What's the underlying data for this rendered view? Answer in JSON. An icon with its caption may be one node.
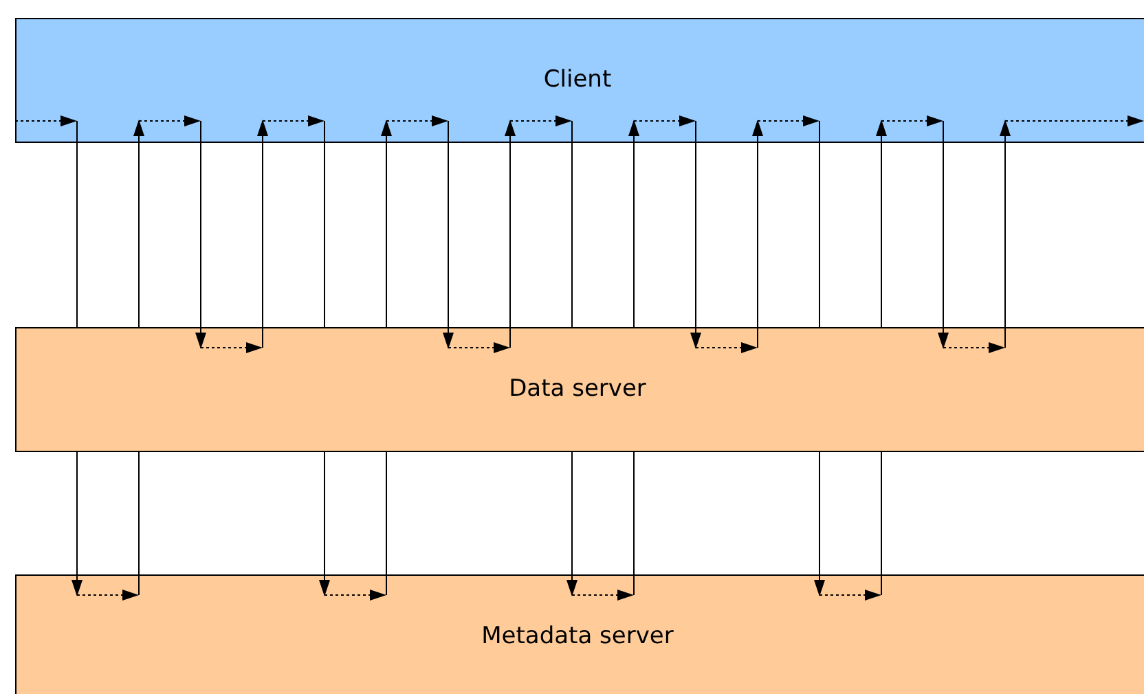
{
  "diagram": {
    "nodes": [
      {
        "text": [
          "Client"
        ]
      },
      {
        "text": [
          "Data server"
        ]
      },
      {
        "text": [
          "Metadata server"
        ]
      }
    ],
    "edges": [
      {
        "from": 0,
        "to": 0,
        "arrow": "to",
        "style": "dashed"
      },
      {
        "from": 0,
        "to": 1,
        "arrow": "none"
      },
      {
        "from": 1,
        "to": 2,
        "arrow": "to"
      },
      {
        "from": 2,
        "to": 2,
        "arrow": "to",
        "style": "dashed"
      },
      {
        "from": 2,
        "to": 1,
        "arrow": "none"
      },
      {
        "from": 1,
        "to": 0,
        "arrow": "to"
      },
      {
        "from": 0,
        "to": 0,
        "arrow": "to",
        "style": "dashed"
      },
      {
        "from": 0,
        "to": 1,
        "arrow": "to"
      },
      {
        "from": 1,
        "to": 1,
        "arrow": "to",
        "style": "dashed"
      },
      {
        "from": 1,
        "to": 0,
        "arrow": "to"
      },
      {
        "from": 0,
        "to": 0,
        "arrow": "to",
        "style": "dashed"
      },
      {
        "from": 0,
        "to": 1,
        "arrow": "none"
      },
      {
        "from": 1,
        "to": 2,
        "arrow": "to"
      },
      {
        "from": 2,
        "to": 2,
        "arrow": "to",
        "style": "dashed"
      },
      {
        "from": 2,
        "to": 1,
        "arrow": "none"
      },
      {
        "from": 1,
        "to": 0,
        "arrow": "to"
      },
      {
        "from": 0,
        "to": 0,
        "arrow": "to",
        "style": "dashed"
      },
      {
        "from": 0,
        "to": 1,
        "arrow": "to"
      },
      {
        "from": 1,
        "to": 1,
        "arrow": "to",
        "style": "dashed"
      },
      {
        "from": 1,
        "to": 0,
        "arrow": "to"
      },
      {
        "from": 0,
        "to": 0,
        "arrow": "to",
        "style": "dashed"
      },
      {
        "from": 0,
        "to": 1,
        "arrow": "none"
      },
      {
        "from": 1,
        "to": 2,
        "arrow": "to"
      },
      {
        "from": 2,
        "to": 2,
        "arrow": "to",
        "style": "dashed"
      },
      {
        "from": 2,
        "to": 1,
        "arrow": "none"
      },
      {
        "from": 1,
        "to": 0,
        "arrow": "to"
      },
      {
        "from": 0,
        "to": 0,
        "arrow": "to",
        "style": "dashed"
      },
      {
        "from": 0,
        "to": 1,
        "arrow": "to"
      },
      {
        "from": 1,
        "to": 1,
        "arrow": "to",
        "style": "dashed"
      },
      {
        "from": 1,
        "to": 0,
        "arrow": "to"
      },
      {
        "from": 0,
        "to": 0,
        "arrow": "to",
        "style": "dashed"
      },
      {
        "from": 0,
        "to": 1,
        "arrow": "none"
      },
      {
        "from": 1,
        "to": 2,
        "arrow": "to"
      },
      {
        "from": 2,
        "to": 2,
        "arrow": "to",
        "style": "dashed"
      },
      {
        "from": 2,
        "to": 1,
        "arrow": "none"
      },
      {
        "from": 1,
        "to": 0,
        "arrow": "to"
      },
      {
        "from": 0,
        "to": 0,
        "arrow": "to",
        "style": "dashed"
      },
      {
        "from": 0,
        "to": 1,
        "arrow": "to"
      },
      {
        "from": 1,
        "to": 1,
        "arrow": "to",
        "style": "dashed"
      },
      {
        "from": 1,
        "to": 0,
        "arrow": "to"
      },
      {
        "from": 0,
        "to": 0,
        "arrow": "to",
        "style": "dashed"
      }
    ]
  }
}
